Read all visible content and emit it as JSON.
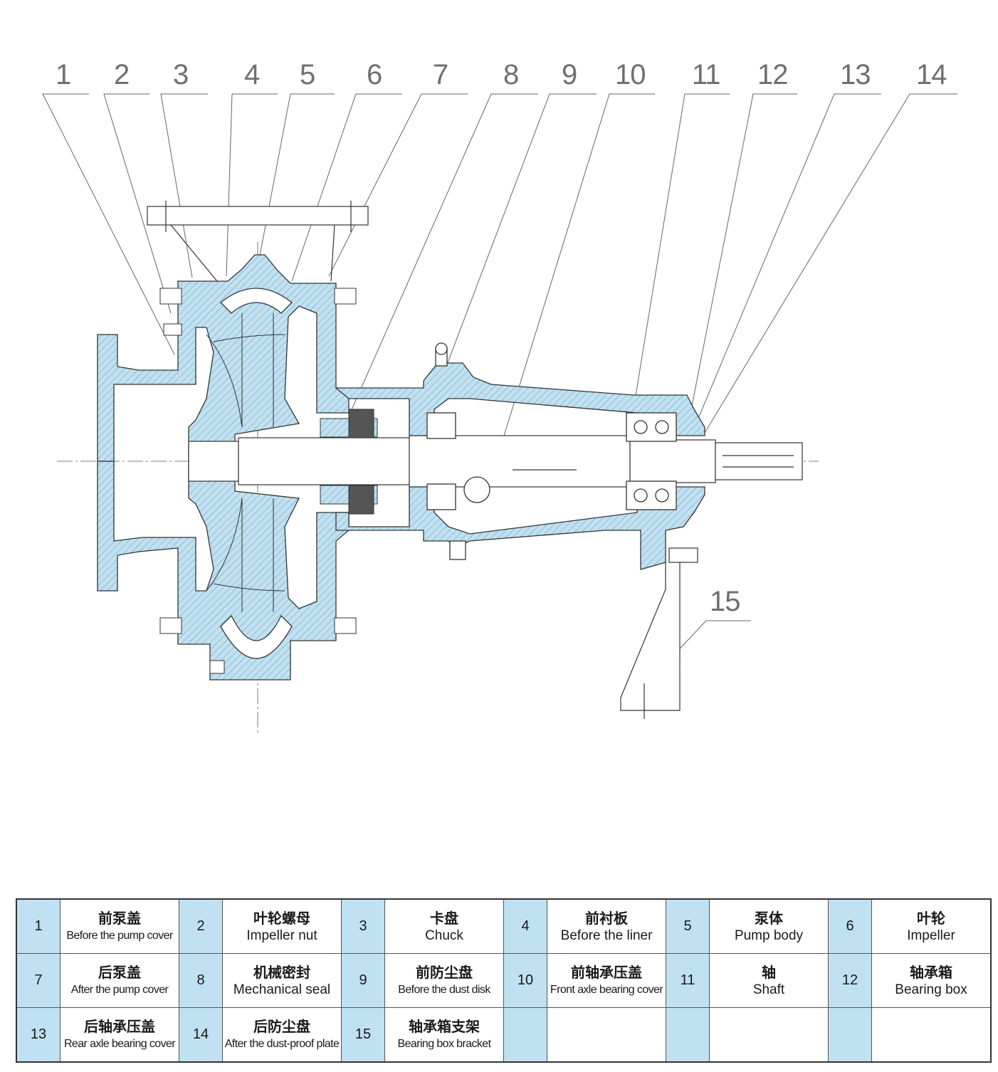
{
  "callouts": [
    "1",
    "2",
    "3",
    "4",
    "5",
    "6",
    "7",
    "8",
    "9",
    "10",
    "11",
    "12",
    "13",
    "14",
    "15"
  ],
  "parts": [
    {
      "num": "1",
      "zh": "前泵盖",
      "en": "Before the pump cover"
    },
    {
      "num": "2",
      "zh": "叶轮螺母",
      "en": "Impeller nut"
    },
    {
      "num": "3",
      "zh": "卡盘",
      "en": "Chuck"
    },
    {
      "num": "4",
      "zh": "前衬板",
      "en": "Before the liner"
    },
    {
      "num": "5",
      "zh": "泵体",
      "en": "Pump body"
    },
    {
      "num": "6",
      "zh": "叶轮",
      "en": "Impeller"
    },
    {
      "num": "7",
      "zh": "后泵盖",
      "en": "After the pump cover"
    },
    {
      "num": "8",
      "zh": "机械密封",
      "en": "Mechanical seal"
    },
    {
      "num": "9",
      "zh": "前防尘盘",
      "en": "Before the dust disk"
    },
    {
      "num": "10",
      "zh": "前轴承压盖",
      "en": "Front axle bearing cover"
    },
    {
      "num": "11",
      "zh": "轴",
      "en": "Shaft"
    },
    {
      "num": "12",
      "zh": "轴承箱",
      "en": "Bearing box"
    },
    {
      "num": "13",
      "zh": "后轴承压盖",
      "en": "Rear axle bearing cover"
    },
    {
      "num": "14",
      "zh": "后防尘盘",
      "en": "After the dust-proof plate"
    },
    {
      "num": "15",
      "zh": "轴承箱支架",
      "en": "Bearing box bracket"
    }
  ],
  "colors": {
    "fill": "#bfe1f2",
    "line": "#333333",
    "callout": "#6f6f6f",
    "table_number_bg": "#bfe1f2"
  }
}
